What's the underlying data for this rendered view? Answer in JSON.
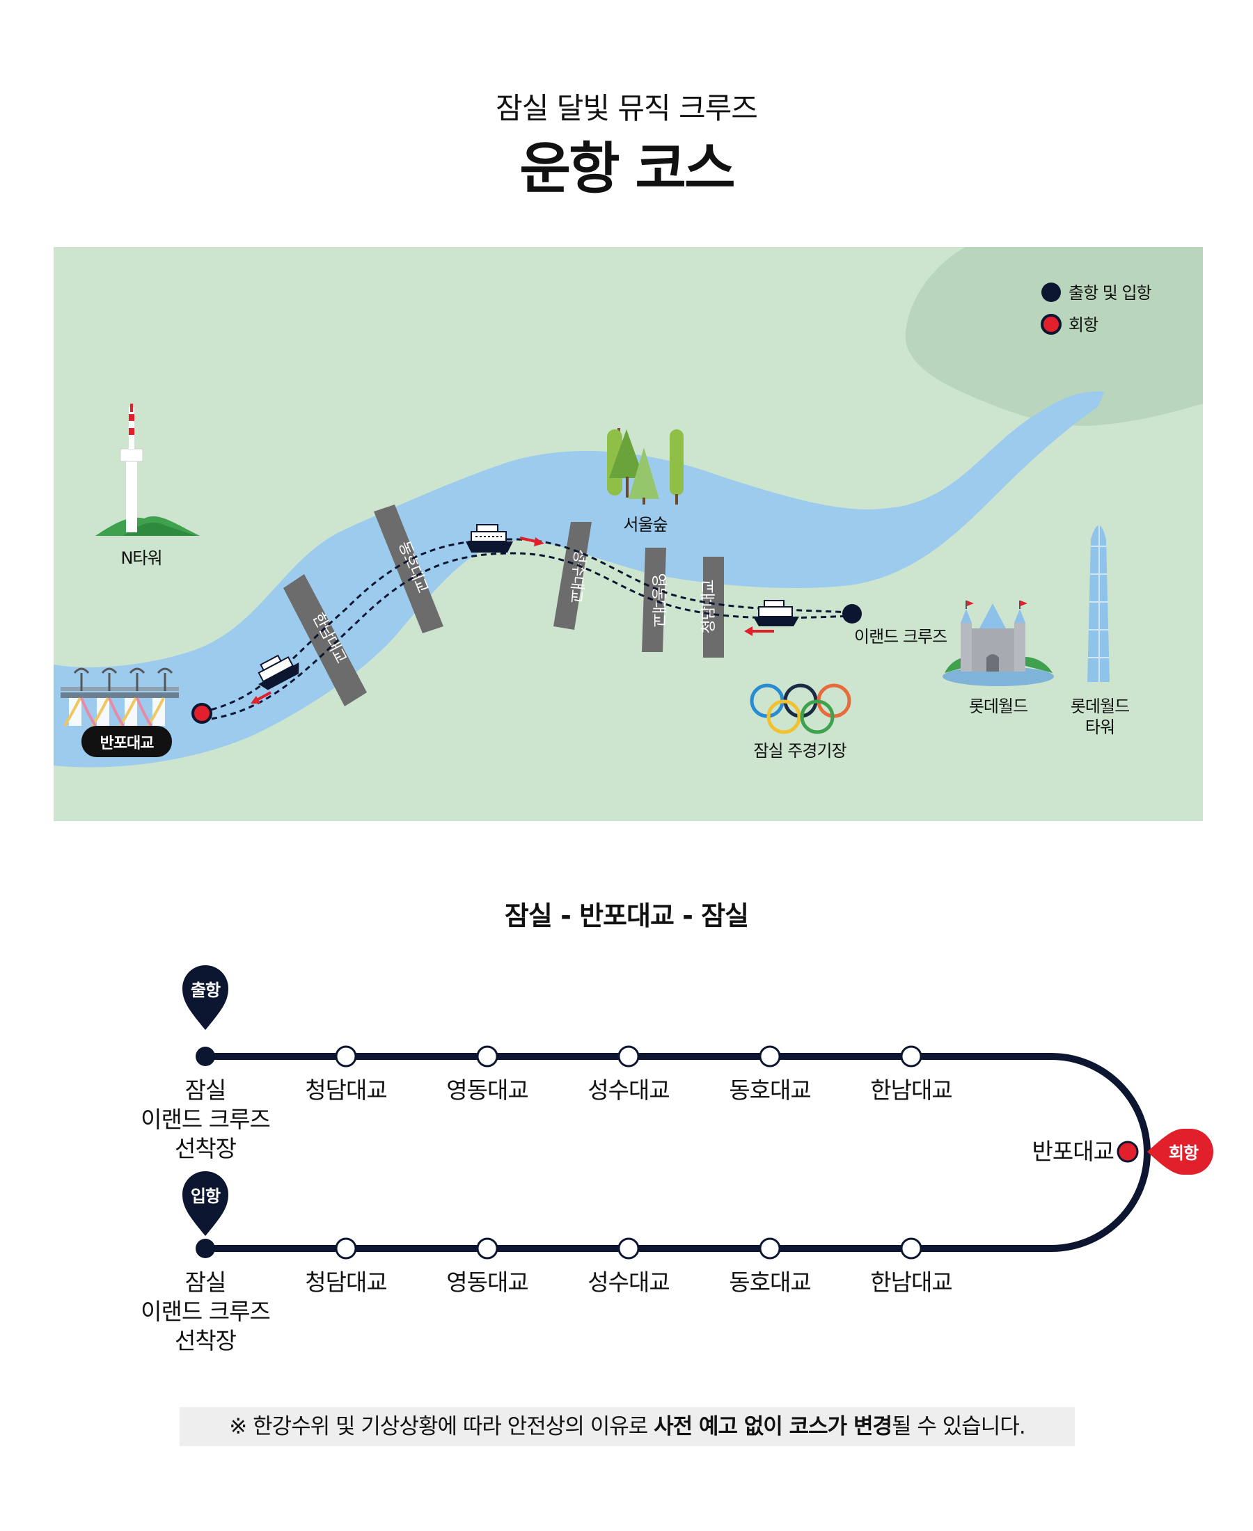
{
  "header": {
    "subtitle": "잠실 달빛 뮤직 크루즈",
    "title": "운항 코스"
  },
  "map": {
    "legend": {
      "departure_arrival": "출항 및 입항",
      "turnaround": "회항"
    },
    "landmarks": {
      "n_tower": "N타워",
      "seoul_forest": "서울숲",
      "eland_cruise": "이랜드 크루즈",
      "lotte_world": "롯데월드",
      "lotte_tower_line1": "롯데월드",
      "lotte_tower_line2": "타워",
      "olympic_stadium": "잠실 주경기장",
      "banpo_bridge": "반포대교"
    },
    "bridges": {
      "hannam": "한남대교",
      "dongho": "동호대교",
      "seongsu": "성수대교",
      "yeongdong": "영동대교",
      "cheongdam": "청담대교"
    },
    "colors": {
      "land": "#cde5cf",
      "hill": "#b9d6bc",
      "river": "#9ccbee",
      "bridge": "#6c6c6c",
      "route_dot": "#0d1630",
      "turn_dot": "#e2202c"
    }
  },
  "route": {
    "title": "잠실 - 반포대교 - 잠실",
    "departure_badge": "출항",
    "arrival_badge": "입항",
    "turn_badge": "회항",
    "turn_stop": "반포대교",
    "origin": [
      "잠실",
      "이랜드 크루즈",
      "선착장"
    ],
    "stops": [
      "청담대교",
      "영동대교",
      "성수대교",
      "동호대교",
      "한남대교"
    ]
  },
  "notice": {
    "prefix": "※ 한강수위 및 기상상황에 따라 안전상의 이유로 ",
    "emphasis": "사전 예고 없이 코스가 변경",
    "suffix": "될 수 있습니다."
  }
}
